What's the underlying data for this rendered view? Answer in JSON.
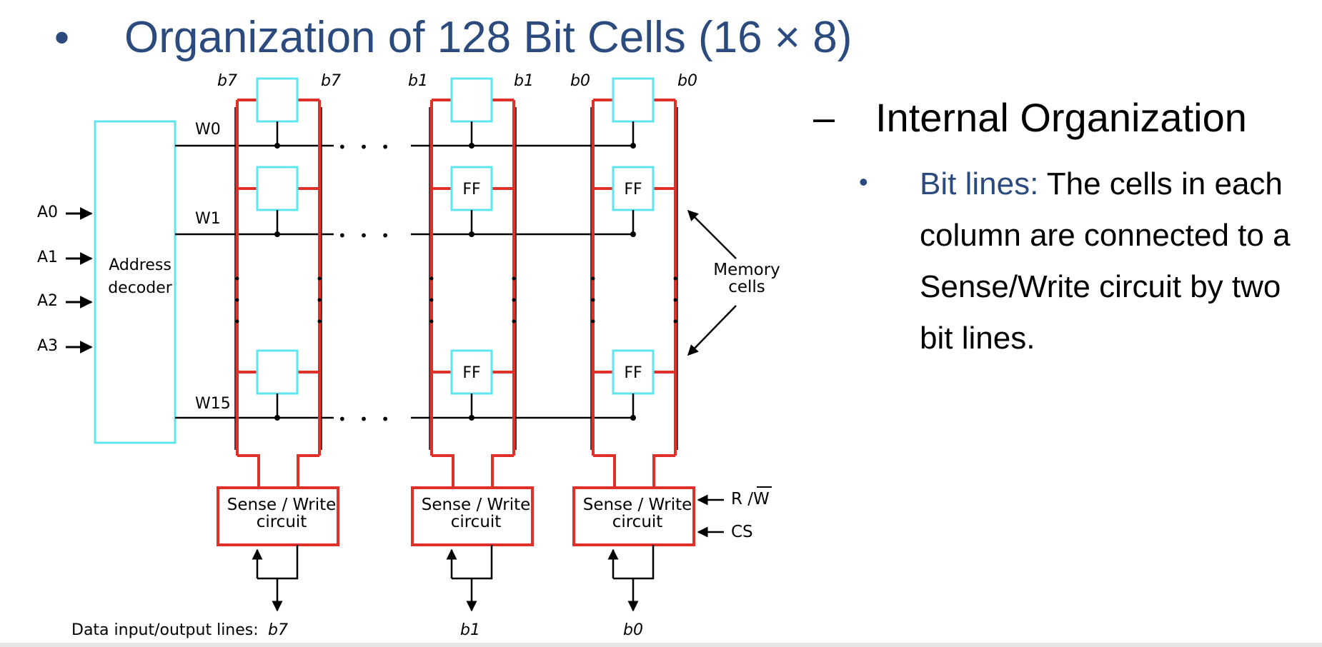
{
  "slide": {
    "title_bullet": "•",
    "title": "Organization of 128 Bit Cells (16 × 8)"
  },
  "sidebar": {
    "dash": "–",
    "heading": "Internal Organization",
    "bullet": "•",
    "term": "Bit lines:",
    "text": "The cells in each column are connected to a Sense/Write circuit by two bit lines."
  },
  "diagram": {
    "bit_labels": [
      "b7",
      "b7",
      "b1",
      "b1",
      "b0",
      "b0"
    ],
    "word_lines": [
      "W0",
      "W1",
      "W15"
    ],
    "address_inputs": [
      "A0",
      "A1",
      "A2",
      "A3"
    ],
    "decoder": [
      "Address",
      "decoder"
    ],
    "cell_label": "FF",
    "ellipsis": "• • •",
    "memory_cells": [
      "Memory",
      "cells"
    ],
    "sense_write": [
      "Sense / Write",
      "circuit"
    ],
    "controls": [
      "R /W",
      "CS"
    ],
    "data_io_label": "Data input/output lines:",
    "data_bits": [
      "b7",
      "b1",
      "b0"
    ]
  },
  "colors": {
    "title": "#2b4a7e",
    "bitline": "#e0302a",
    "cell": "#5ee6ee",
    "wire": "#000000"
  }
}
